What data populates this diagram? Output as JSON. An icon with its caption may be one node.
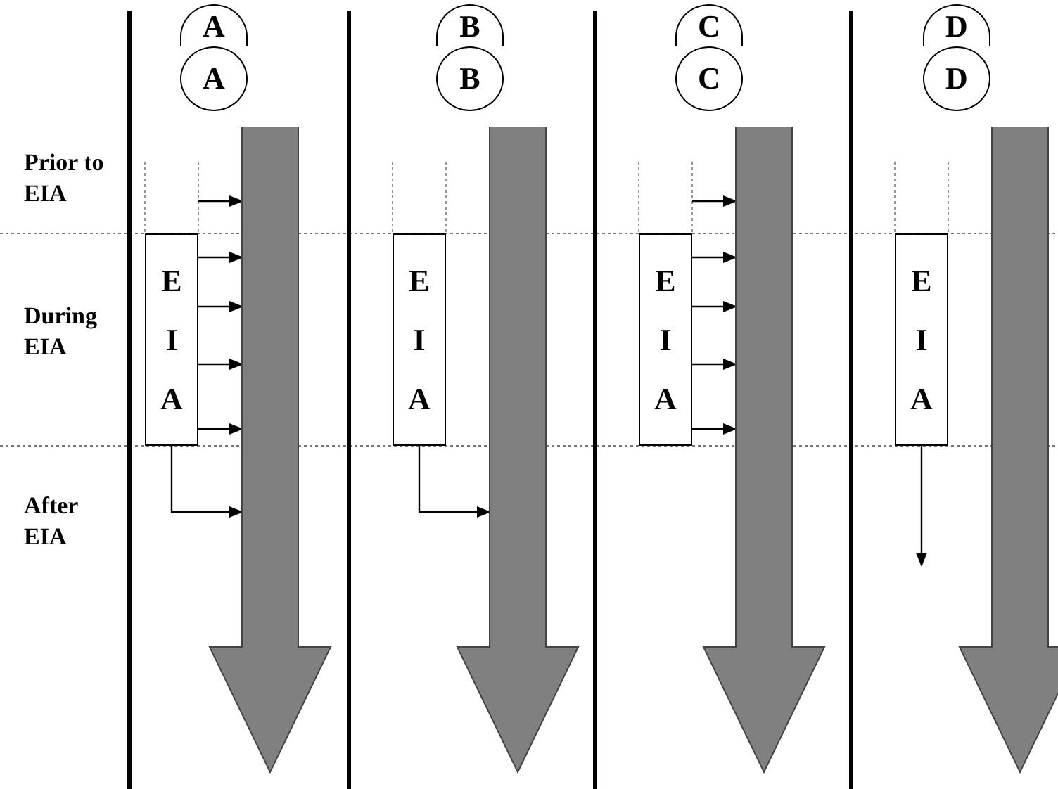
{
  "diagram": {
    "nodes": [
      {
        "text": [
          "A"
        ]
      },
      {
        "text": [
          "A"
        ]
      },
      {
        "text": [
          "E I A"
        ]
      },
      {
        "text": [],
        "shape": "arrow"
      },
      {
        "text": [
          "B"
        ]
      },
      {
        "text": [
          "B"
        ]
      },
      {
        "text": [
          "E I A"
        ]
      },
      {
        "text": [],
        "shape": "arrow"
      },
      {
        "text": [
          "C"
        ]
      },
      {
        "text": [
          "C"
        ]
      },
      {
        "text": [
          "E I A"
        ]
      },
      {
        "text": [],
        "shape": "arrow"
      },
      {
        "text": [
          "D"
        ]
      },
      {
        "text": [
          "D"
        ]
      },
      {
        "text": [
          "E I A"
        ]
      },
      {
        "text": [],
        "shape": "arrow"
      }
    ],
    "edges": [
      {
        "from": null,
        "to": 3,
        "arrow": "to"
      },
      {
        "from": 2,
        "to": 3,
        "arrow": "to"
      },
      {
        "from": 2,
        "to": 3,
        "arrow": "to"
      },
      {
        "from": 2,
        "to": 3,
        "arrow": "to"
      },
      {
        "from": 2,
        "to": 3,
        "arrow": "to"
      },
      {
        "from": 2,
        "to": 3,
        "arrow": "to"
      },
      {
        "from": 6,
        "to": 7,
        "arrow": "to"
      },
      {
        "from": null,
        "to": 11,
        "arrow": "to"
      },
      {
        "from": 10,
        "to": 11,
        "arrow": "to"
      },
      {
        "from": 10,
        "to": 11,
        "arrow": "to"
      },
      {
        "from": 10,
        "to": 11,
        "arrow": "to"
      },
      {
        "from": 10,
        "to": 11,
        "arrow": "to"
      },
      {
        "from": 14,
        "to": null,
        "arrow": "to"
      }
    ],
    "labels": [
      "Prior to EIA",
      "During EIA",
      "After EIA"
    ]
  }
}
